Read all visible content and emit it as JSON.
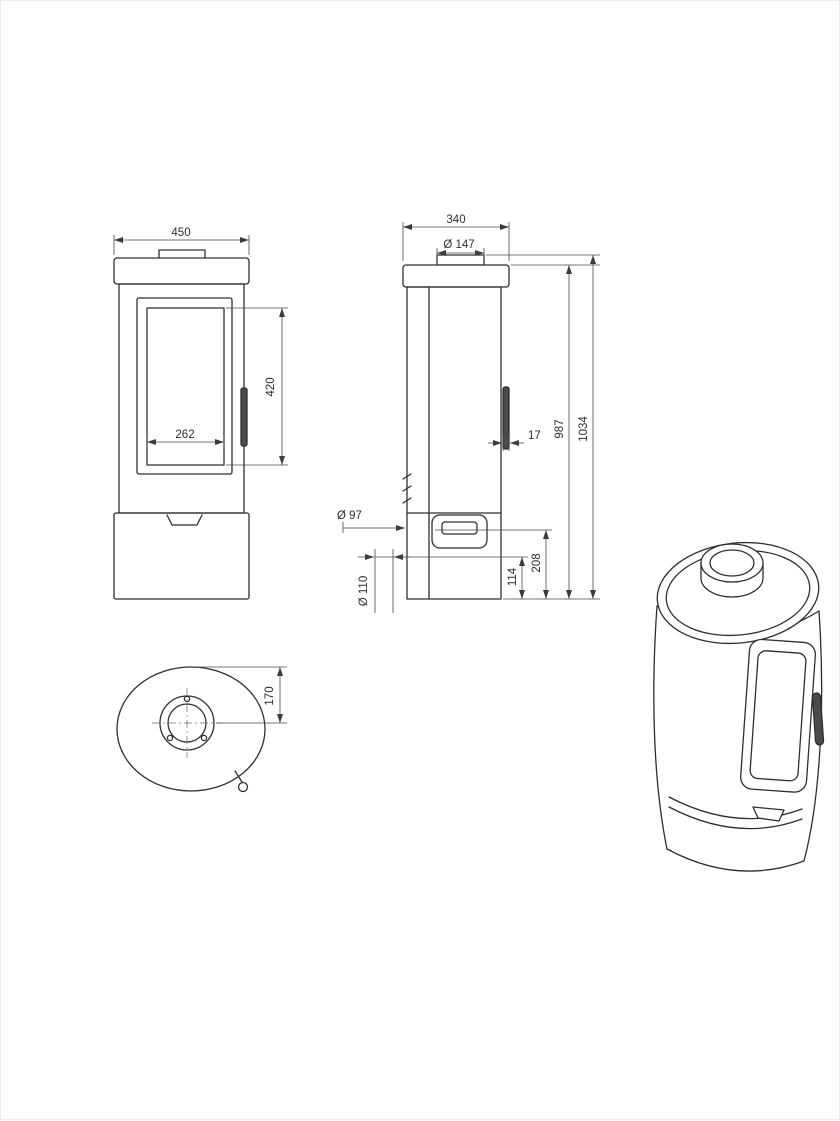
{
  "dims": {
    "front_width": "450",
    "front_glass_width": "262",
    "front_glass_height": "420",
    "side_depth": "340",
    "flue_diameter": "Ø 147",
    "handle_depth": "17",
    "body_height": "987",
    "total_height": "1034",
    "rear_outlet_diameter": "Ø 97",
    "rear_outlet_height": "208",
    "bottom_outlet_height": "114",
    "bottom_outlet_diameter": "Ø 110",
    "top_flue_offset": "170"
  }
}
